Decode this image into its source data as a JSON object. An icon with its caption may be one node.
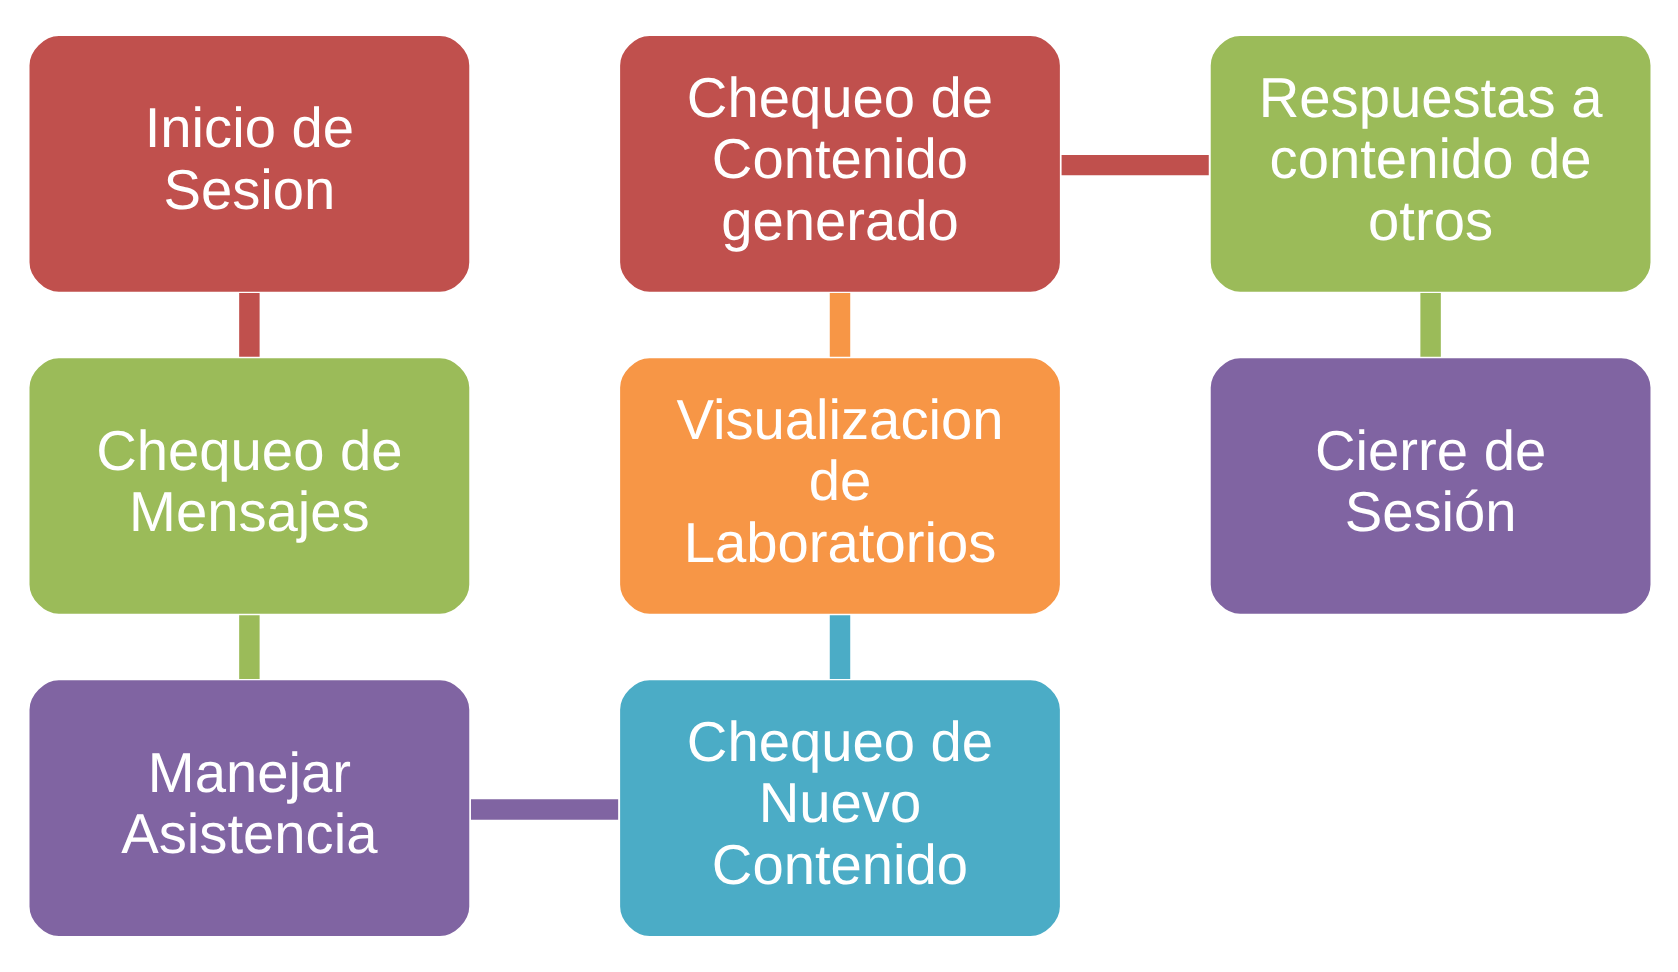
{
  "diagram": {
    "nodes": [
      {
        "text": [
          "Inicio de Sesion"
        ]
      },
      {
        "text": [
          "Chequeo de Mensajes"
        ]
      },
      {
        "text": [
          "Manejar Asistencia"
        ]
      },
      {
        "text": [
          "Chequeo de Nuevo Contenido"
        ]
      },
      {
        "text": [
          "Visualizacion de Laboratorios"
        ]
      },
      {
        "text": [
          "Chequeo de Contenido generado"
        ]
      },
      {
        "text": [
          "Respuestas a contenido de otros"
        ]
      },
      {
        "text": [
          "Cierre de Sesión"
        ]
      }
    ],
    "edges": [
      {
        "from": 0,
        "to": 1,
        "arrow": "none",
        "color": "#c0504d"
      },
      {
        "from": 1,
        "to": 2,
        "arrow": "none",
        "color": "#9bbb59"
      },
      {
        "from": 2,
        "to": 3,
        "arrow": "none",
        "color": "#8064a2"
      },
      {
        "from": 3,
        "to": 4,
        "arrow": "none",
        "color": "#4bacc6"
      },
      {
        "from": 4,
        "to": 5,
        "arrow": "none",
        "color": "#f79646"
      },
      {
        "from": 5,
        "to": 6,
        "arrow": "none",
        "color": "#c0504d"
      },
      {
        "from": 6,
        "to": 7,
        "arrow": "none",
        "color": "#9bbb59"
      }
    ]
  }
}
